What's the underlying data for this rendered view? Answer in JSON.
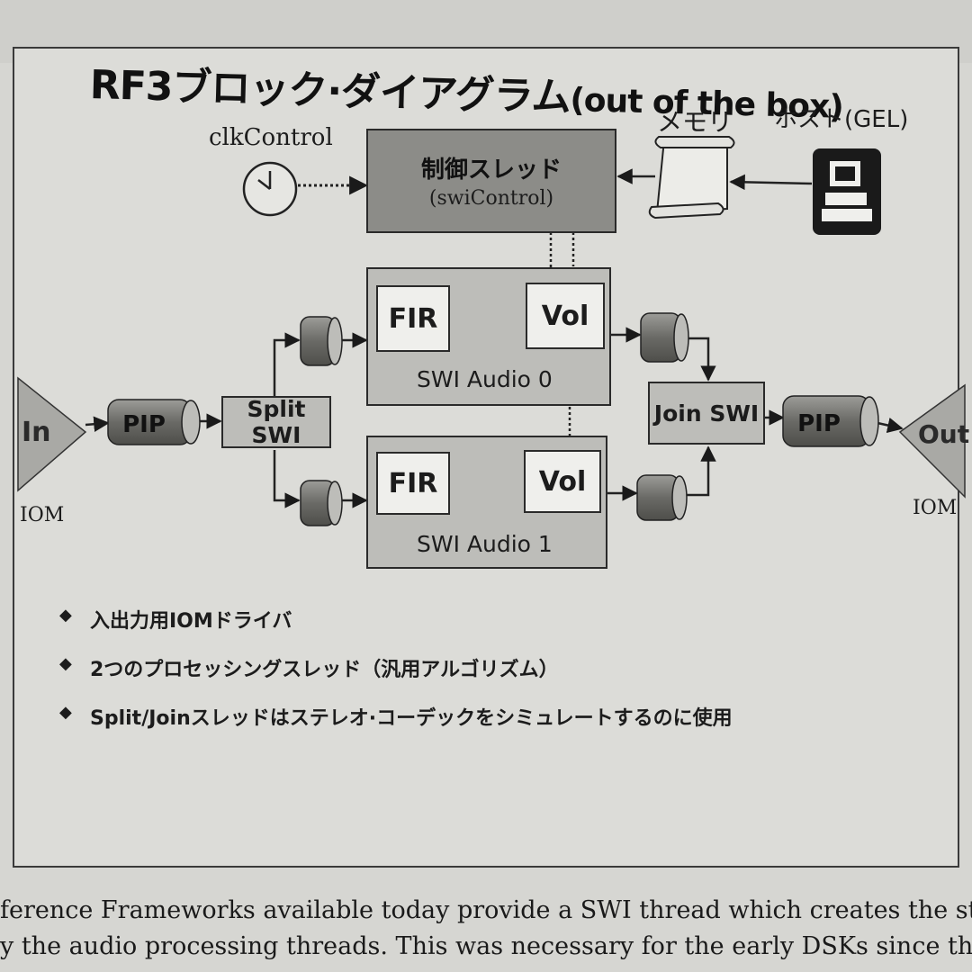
{
  "title": {
    "main": "RF3ブロック·ダイアグラム",
    "sub": "(out of the box)"
  },
  "labels": {
    "clk": "clkControl",
    "memory": "メモリ",
    "host": "ホスト(GEL)",
    "control_thread": "制御スレッド",
    "control_sub": "(swiControl)",
    "fir": "FIR",
    "vol": "Vol",
    "swi_audio_0": "SWI Audio 0",
    "swi_audio_1": "SWI Audio 1",
    "split": "Split SWI",
    "join": "Join SWI",
    "pip": "PIP",
    "in": "In",
    "out": "Out",
    "iom": "IOM"
  },
  "bullets": [
    "入出力用IOMドライバ",
    "2つのプロセッシングスレッド（汎用アルゴリズム）",
    "Split/Joinスレッドはステレオ·コーデックをシミュレートするのに使用"
  ],
  "page_text": [
    "ference Frameworks available today provide a SWI thread which creates the stereo a",
    "y the audio processing threads. This was necessary for the early DSKs since they only"
  ],
  "colors": {
    "dark_block": "#8c8c88",
    "light_block": "#bdbdb9",
    "white_block": "#efefec"
  }
}
